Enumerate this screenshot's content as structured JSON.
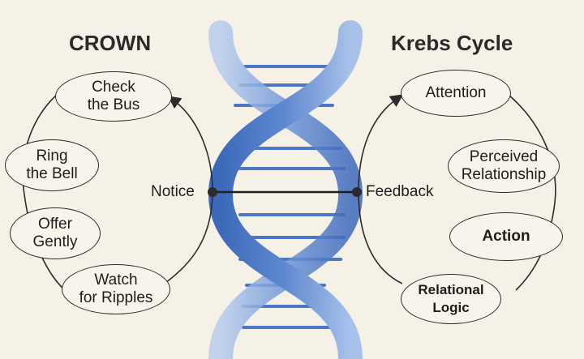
{
  "left_model": {
    "title": "CROWN",
    "nodes": [
      {
        "line1": "Check",
        "line2": "the Bus"
      },
      {
        "line1": "Ring",
        "line2": "the Bell"
      },
      {
        "line1": "Offer",
        "line2": "Gently"
      },
      {
        "line1": "Watch",
        "line2": "for Ripples"
      }
    ],
    "connector_label": "Notice"
  },
  "right_model": {
    "title": "Krebs Cycle",
    "nodes": [
      {
        "line1": "Attention",
        "line2": ""
      },
      {
        "line1": "Perceived",
        "line2": "Relationship"
      },
      {
        "line1": "Action",
        "line2": ""
      },
      {
        "line1": "Relational",
        "line2": "Logic"
      }
    ],
    "connector_label": "Feedback"
  },
  "colors": {
    "background": "#f6f1e7",
    "helix_dark": "#3f6fc2",
    "helix_light": "#9cb9e6",
    "rung": "#4a77c6",
    "stroke": "#2b2b2b"
  }
}
